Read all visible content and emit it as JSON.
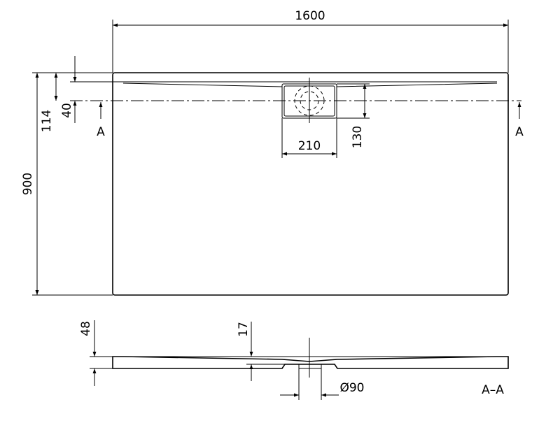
{
  "plan_view": {
    "dimensions": {
      "width": "1600",
      "height": "900",
      "offset_edge": "114",
      "offset_groove": "40",
      "drain_width": "210",
      "drain_offset": "130"
    },
    "section_marker_left": "A",
    "section_marker_right": "A"
  },
  "section_view": {
    "dimensions": {
      "total_height": "48",
      "drain_depth": "17",
      "drain_diameter": "Ø90"
    },
    "label": "A–A"
  }
}
